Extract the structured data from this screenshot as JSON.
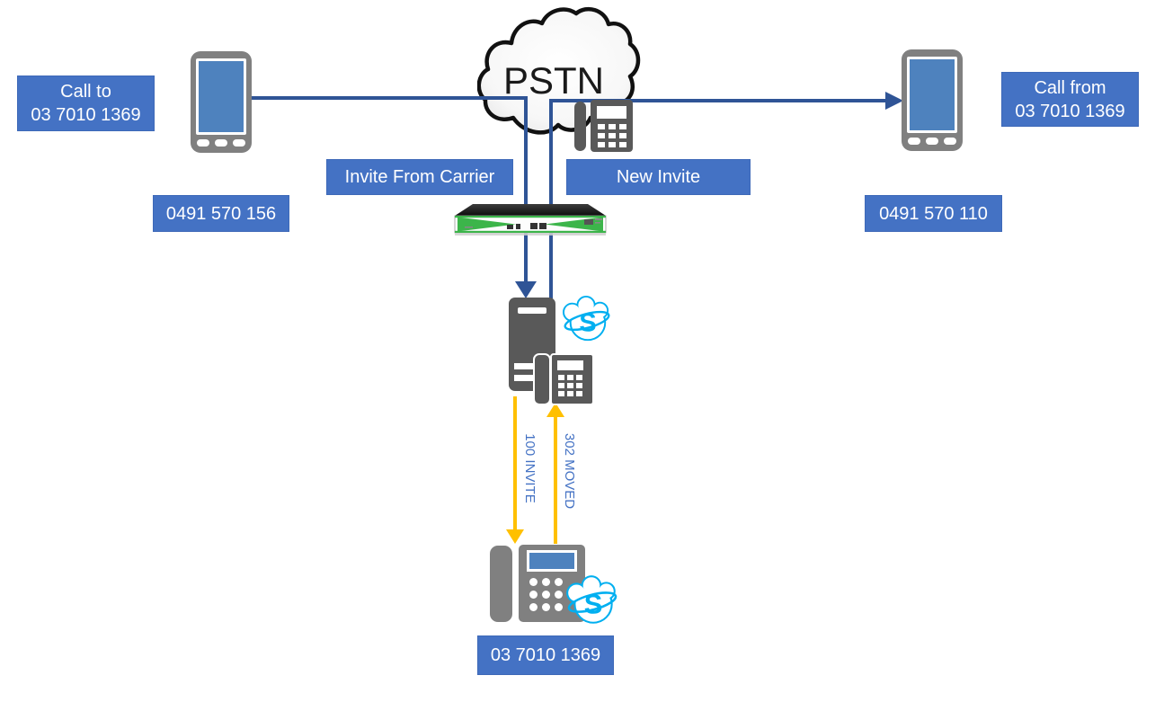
{
  "diagram": {
    "cloud": {
      "label": "PSTN"
    },
    "labels": {
      "call_to_line1": "Call to",
      "call_to_line2": "03 7010 1369",
      "caller_number": "0491 570 156",
      "invite_from_carrier": "Invite From Carrier",
      "new_invite": "New Invite",
      "callee_number": "0491 570 110",
      "call_from_line1": "Call from",
      "call_from_line2": "03 7010 1369",
      "service_number": "03 7010 1369",
      "sip_invite": "100 INVITE",
      "sip_moved": "302 MOVED"
    },
    "colors": {
      "box_blue": "#4472C4",
      "line_blue": "#2F5496",
      "arrow_yellow": "#FFC000",
      "icon_dark_gray": "#595959",
      "phone_gray": "#808080",
      "screen_blue": "#4E82BE",
      "skype_cyan": "#00AFF0",
      "sbc_green": "#3CB54A"
    }
  }
}
